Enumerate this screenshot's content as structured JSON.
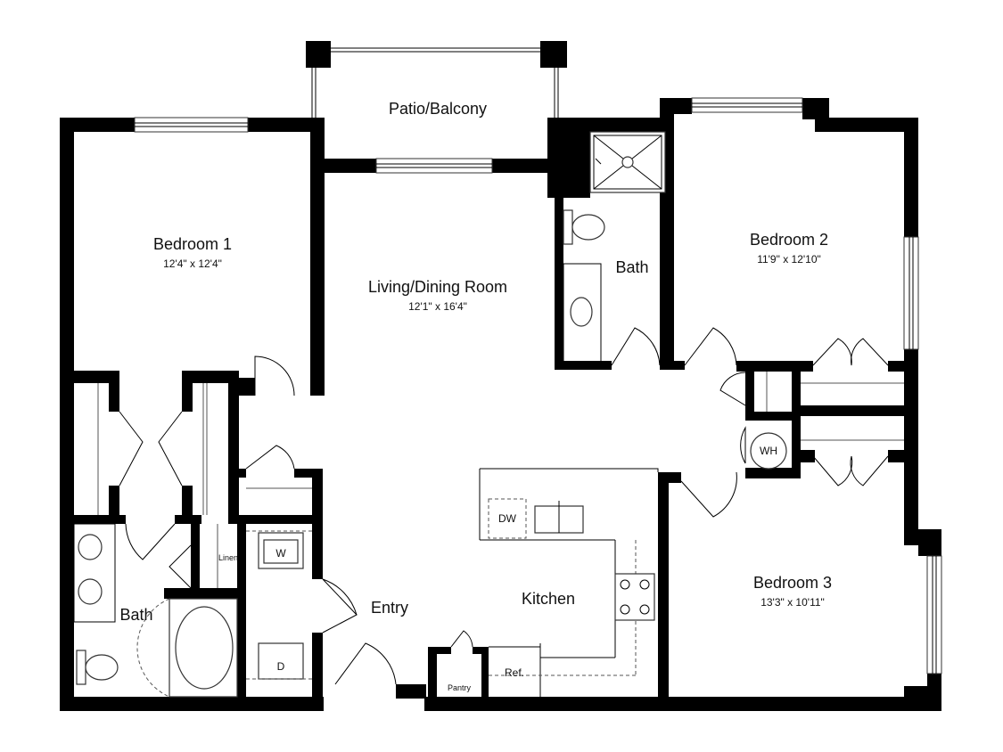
{
  "rooms": {
    "patio": {
      "name": "Patio/Balcony"
    },
    "bedroom1": {
      "name": "Bedroom 1",
      "dims": "12'4\" x 12'4\""
    },
    "living": {
      "name": "Living/Dining Room",
      "dims": "12'1\" x 16'4\""
    },
    "bath_top": {
      "name": "Bath"
    },
    "bedroom2": {
      "name": "Bedroom 2",
      "dims": "11'9\" x 12'10\""
    },
    "bath_left": {
      "name": "Bath"
    },
    "entry": {
      "name": "Entry"
    },
    "kitchen": {
      "name": "Kitchen"
    },
    "bedroom3": {
      "name": "Bedroom 3",
      "dims": "13'3\" x 10'11\""
    }
  },
  "fixtures": {
    "dishwasher": "DW",
    "washer": "W",
    "dryer": "D",
    "water_heater": "WH",
    "linen": "Linen",
    "pantry": "Pantry",
    "refrigerator": "Ref."
  },
  "colors": {
    "wall": "#000000",
    "background": "#ffffff",
    "line": "#333333"
  }
}
